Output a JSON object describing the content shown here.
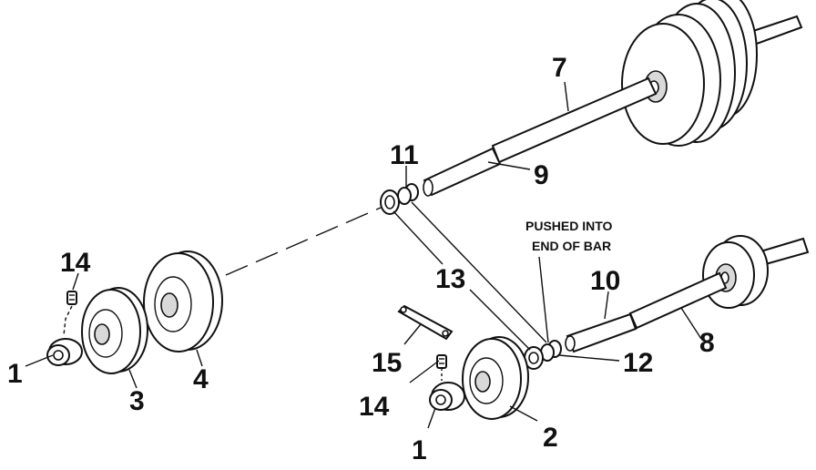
{
  "note": {
    "line1": "PUSHED INTO",
    "line2": "END OF BAR"
  },
  "callouts": {
    "n1a": "1",
    "n1b": "1",
    "n2": "2",
    "n3": "3",
    "n4": "4",
    "n7": "7",
    "n8": "8",
    "n9": "9",
    "n10": "10",
    "n11": "11",
    "n12": "12",
    "n13": "13",
    "n14a": "14",
    "n14b": "14",
    "n15": "15"
  }
}
